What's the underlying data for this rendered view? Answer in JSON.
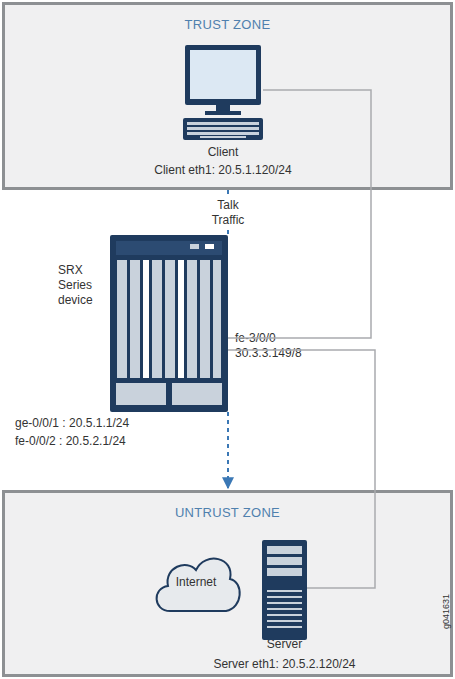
{
  "diagram": {
    "nodes": [
      {
        "text": [
          "TRUST ZONE"
        ]
      },
      {
        "text": [
          "Client",
          "Client eth1: 20.5.1.120/24"
        ],
        "in": 0
      },
      {
        "text": [
          "SRX Series device"
        ]
      },
      {
        "text": [
          "UNTRUST ZONE"
        ]
      },
      {
        "text": [
          "Internet"
        ],
        "in": 3
      },
      {
        "text": [
          "Server",
          "Server eth1: 20.5.2.120/24"
        ],
        "in": 3
      }
    ],
    "edges": [
      {
        "from": 1,
        "to": 2,
        "arrow": "none"
      },
      {
        "from": 0,
        "to": 2,
        "label": "Talk Traffic",
        "arrow": "none"
      },
      {
        "from": 2,
        "to": 3,
        "arrow": "to"
      },
      {
        "from": 2,
        "to": 5,
        "arrow": "none"
      }
    ],
    "labels": [
      "fe-3/0/0 30.3.3.149/8",
      "ge-0/0/1 : 20.5.1.1/24",
      "fe-0/0/2 : 20.5.2.1/24",
      "g041631"
    ]
  }
}
